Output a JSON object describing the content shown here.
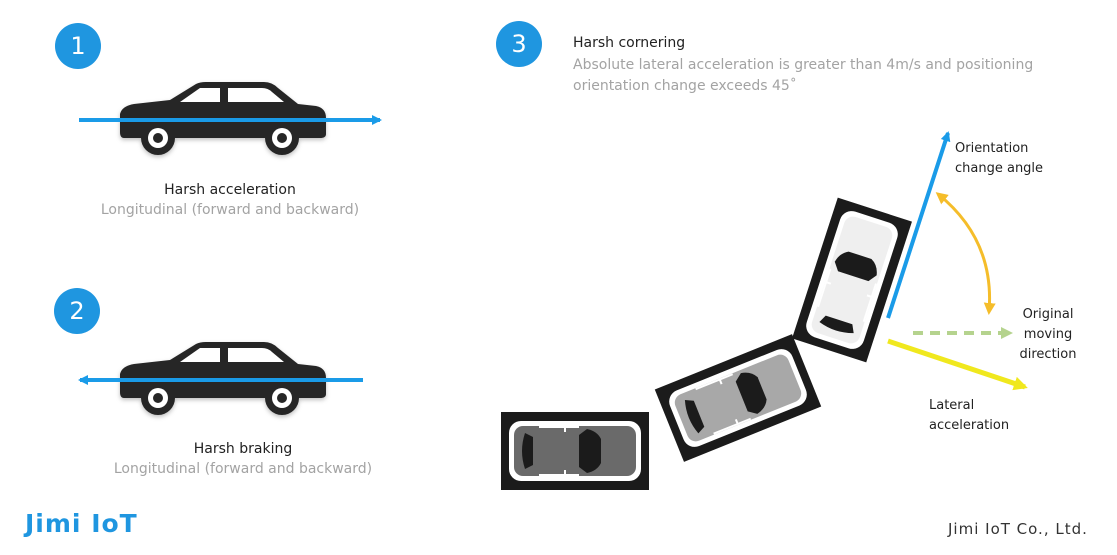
{
  "section1": {
    "number": "1",
    "title": "Harsh acceleration",
    "subtitle": "Longitudinal (forward and backward)"
  },
  "section2": {
    "number": "2",
    "title": "Harsh braking",
    "subtitle": "Longitudinal (forward and backward)"
  },
  "section3": {
    "number": "3",
    "title": "Harsh cornering",
    "desc_line1": "Absolute lateral acceleration is greater than 4m/s and positioning",
    "desc_line2": "orientation change exceeds 45˚",
    "orientation_label_line1": "Orientation",
    "orientation_label_line2": "change angle",
    "original_label_line1": "Original",
    "original_label_line2": "moving",
    "original_label_line3": "direction",
    "lateral_label_line1": "Lateral",
    "lateral_label_line2": "acceleration"
  },
  "footer": {
    "logo": "Jimi IoT",
    "company": "Jimi IoT Co., Ltd."
  },
  "colors": {
    "accent": "#1f96e0",
    "arrow_blue": "#1a9be8",
    "arrow_yellow": "#f0e81e",
    "arc_orange": "#f5bd2a",
    "dashed_green": "#b5d38e",
    "car_dark": "#262626"
  }
}
